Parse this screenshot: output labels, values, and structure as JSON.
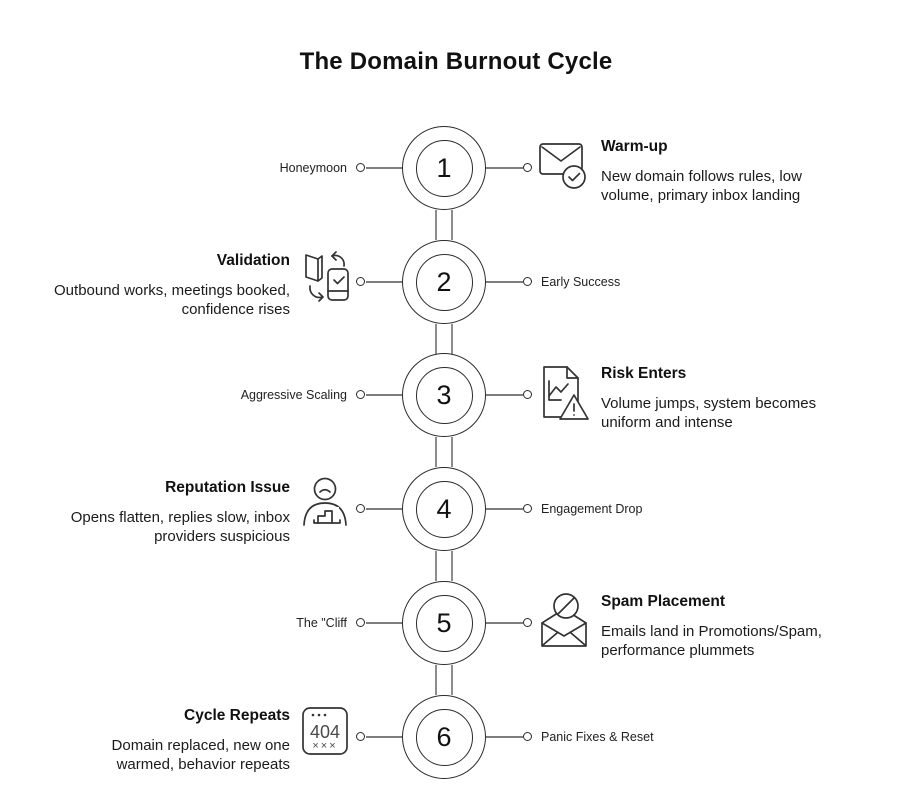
{
  "title": "The Domain Burnout Cycle",
  "colors": {
    "spine_gray": "#7e7e7e",
    "outline_dark": "#2b2b2b",
    "icon_stroke": "#333333",
    "text_dark": "#111111"
  },
  "nodes": [
    {
      "number": "1",
      "label": "Honeymoon",
      "heading": "Warm-up",
      "description": "New domain follows rules, low\nvolume, primary inbox landing",
      "icon": "mail-check-icon"
    },
    {
      "number": "2",
      "label": "Early Success",
      "heading": "Validation",
      "description": "Outbound works, meetings booked,\nconfidence rises",
      "icon": "device-swap-icon"
    },
    {
      "number": "3",
      "label": "Aggressive Scaling",
      "heading": "Risk Enters",
      "description": "Volume jumps, system becomes\nuniform and intense",
      "icon": "report-warning-icon"
    },
    {
      "number": "4",
      "label": "Engagement Drop",
      "heading": "Reputation Issue",
      "description": "Opens flatten, replies slow, inbox\nproviders suspicious",
      "icon": "sad-user-chart-icon"
    },
    {
      "number": "5",
      "label": "The \"Cliff",
      "heading": "Spam Placement",
      "description": "Emails land in Promotions/Spam,\nperformance plummets",
      "icon": "mail-blocked-icon"
    },
    {
      "number": "6",
      "label": "Panic Fixes & Reset",
      "heading": "Cycle Repeats",
      "description": "Domain replaced, new one\nwarmed, behavior repeats",
      "icon": "browser-404-icon",
      "icon_text": {
        "code": "404",
        "marks": "×××"
      }
    }
  ]
}
